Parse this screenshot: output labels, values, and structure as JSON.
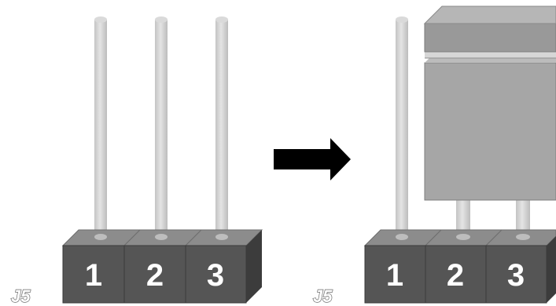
{
  "left_header": {
    "label": "J5",
    "pins": [
      "1",
      "2",
      "3"
    ]
  },
  "right_header": {
    "label": "J5",
    "pins": [
      "1",
      "2",
      "3"
    ]
  },
  "colors": {
    "pin": "#d4d4d4",
    "block_front": "#555555",
    "block_top": "#8c8c8c",
    "jumper": "#a6a6a6",
    "arrow": "#000000"
  }
}
